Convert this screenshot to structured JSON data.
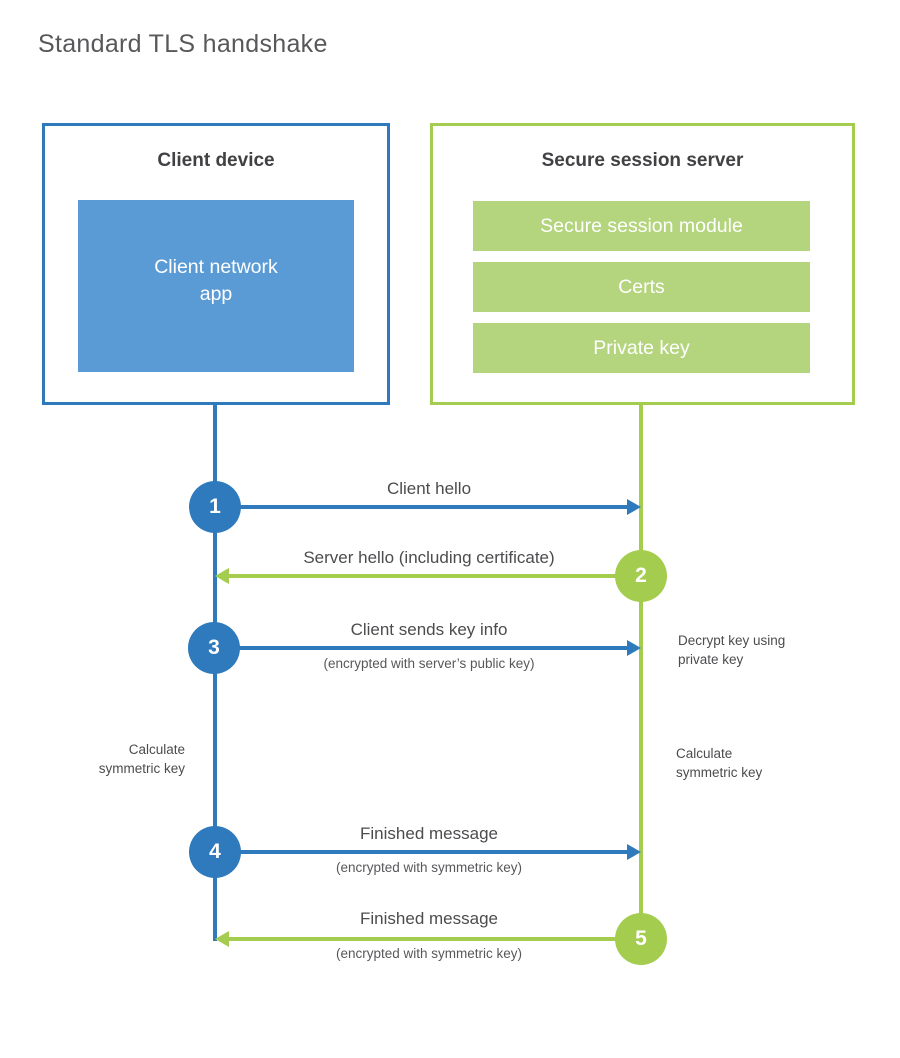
{
  "title": "Standard TLS handshake",
  "colors": {
    "client_accent": "#2f7abc",
    "client_fill": "#5b9bd5",
    "server_accent": "#a4cd4f",
    "server_fill": "#b4d57e",
    "heading_text": "#414043",
    "label_text": "#4c4c4f"
  },
  "client": {
    "title": "Client device",
    "app_label": "Client network app"
  },
  "server": {
    "title": "Secure session server",
    "modules": [
      "Secure session module",
      "Certs",
      "Private key"
    ]
  },
  "steps": [
    {
      "num": "1",
      "label": "Client hello",
      "sub": "",
      "direction": "right",
      "color": "blue"
    },
    {
      "num": "2",
      "label": "Server hello (including certificate)",
      "sub": "",
      "direction": "left",
      "color": "green"
    },
    {
      "num": "3",
      "label": "Client sends key info",
      "sub": "(encrypted with server’s public key)",
      "direction": "right",
      "color": "blue"
    },
    {
      "num": "4",
      "label": "Finished message",
      "sub": "(encrypted with symmetric key)",
      "direction": "right",
      "color": "blue"
    },
    {
      "num": "5",
      "label": "Finished message",
      "sub": "(encrypted with symmetric key)",
      "direction": "left",
      "color": "green"
    }
  ],
  "notes": {
    "decrypt": [
      "Decrypt key using",
      "private key"
    ],
    "calc_left": [
      "Calculate",
      "symmetric key"
    ],
    "calc_right": [
      "Calculate",
      "symmetric key"
    ]
  }
}
